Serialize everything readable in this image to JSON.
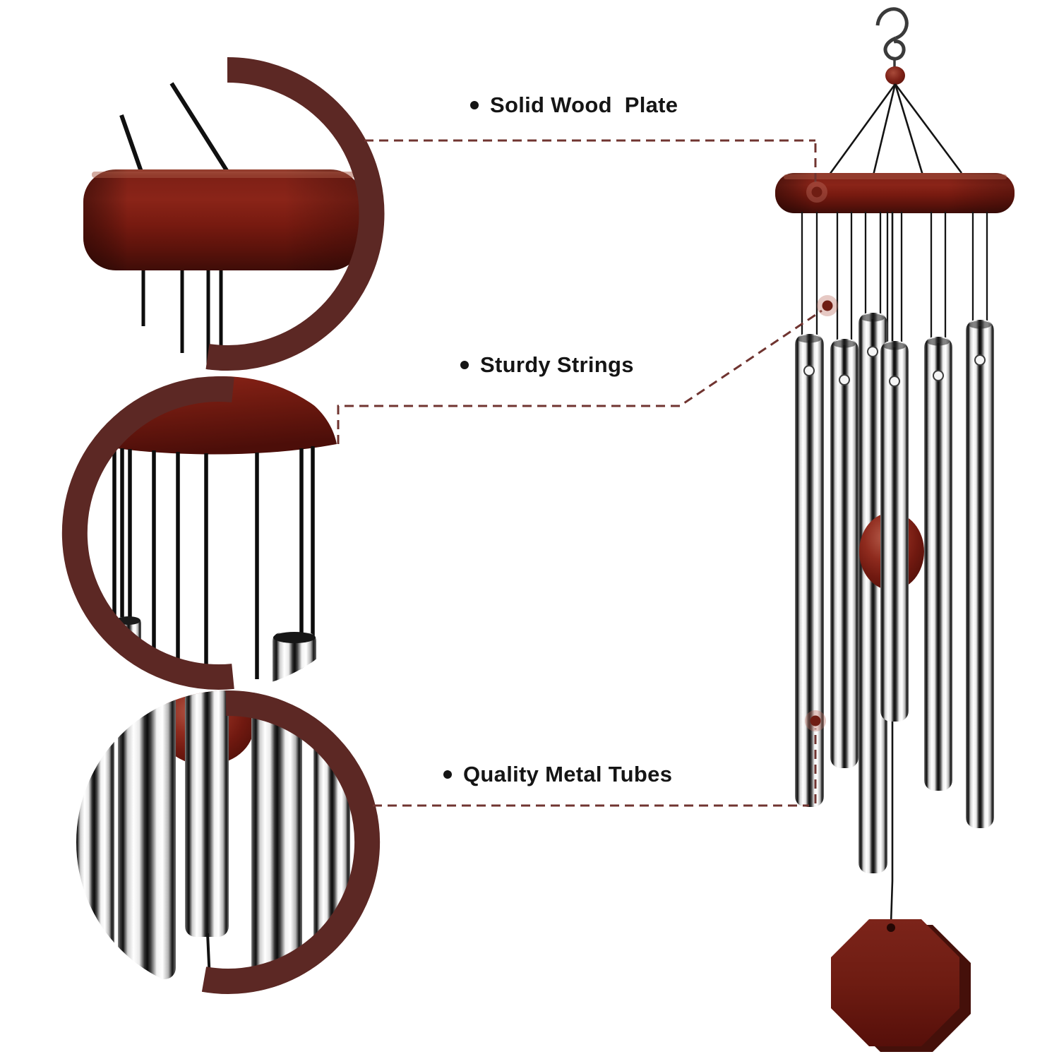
{
  "callouts": {
    "items": [
      {
        "label": "Solid Wood  Plate"
      },
      {
        "label": "Sturdy Strings"
      },
      {
        "label": "Quality Metal Tubes"
      }
    ]
  },
  "illustration": {
    "detail_views": [
      {
        "name": "wood-plate-closeup"
      },
      {
        "name": "strings-closeup"
      },
      {
        "name": "metal-tubes-closeup"
      }
    ],
    "chime_parts": {
      "hook": "s-hook",
      "bead": "wood-bead",
      "top_plate": "solid-wood-plate",
      "tube_count": 6,
      "striker": "wood-ball",
      "wind_catcher": "octagon-wood-sail"
    }
  },
  "colors": {
    "background": "#ffffff",
    "accent_ring": "#5c2824",
    "dash_line": "#703430",
    "wood_dark": "#6e170f",
    "chrome_highlight": "#ffffff",
    "text": "#151515"
  }
}
